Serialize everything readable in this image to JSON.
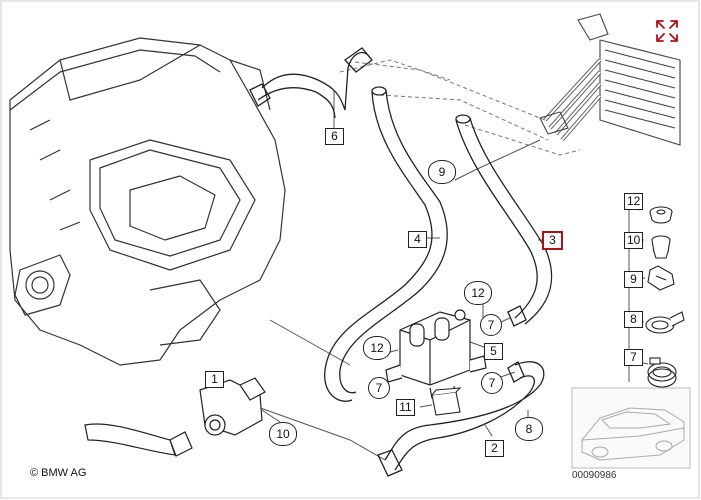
{
  "copyright": "© BMW AG",
  "reference_number": "00090986",
  "expand_icon": "expand-arrows-icon",
  "accent_color": "#b0101a",
  "callouts": [
    {
      "id": "c1",
      "text": "1",
      "style": "box"
    },
    {
      "id": "c2",
      "text": "2",
      "style": "box"
    },
    {
      "id": "c3",
      "text": "3",
      "style": "box",
      "highlight": true
    },
    {
      "id": "c4",
      "text": "4",
      "style": "box"
    },
    {
      "id": "c5",
      "text": "5",
      "style": "box"
    },
    {
      "id": "c6",
      "text": "6",
      "style": "box"
    },
    {
      "id": "c7a",
      "text": "7",
      "style": "round"
    },
    {
      "id": "c7b",
      "text": "7",
      "style": "round"
    },
    {
      "id": "c7c",
      "text": "7",
      "style": "round"
    },
    {
      "id": "c8",
      "text": "8",
      "style": "round"
    },
    {
      "id": "c9",
      "text": "9",
      "style": "round"
    },
    {
      "id": "c10",
      "text": "10",
      "style": "round"
    },
    {
      "id": "c11",
      "text": "11",
      "style": "box"
    },
    {
      "id": "c12a",
      "text": "12",
      "style": "round"
    },
    {
      "id": "c12b",
      "text": "12",
      "style": "round"
    }
  ],
  "legend": [
    {
      "text": "12"
    },
    {
      "text": "10"
    },
    {
      "text": "9"
    },
    {
      "text": "8"
    },
    {
      "text": "7"
    }
  ]
}
